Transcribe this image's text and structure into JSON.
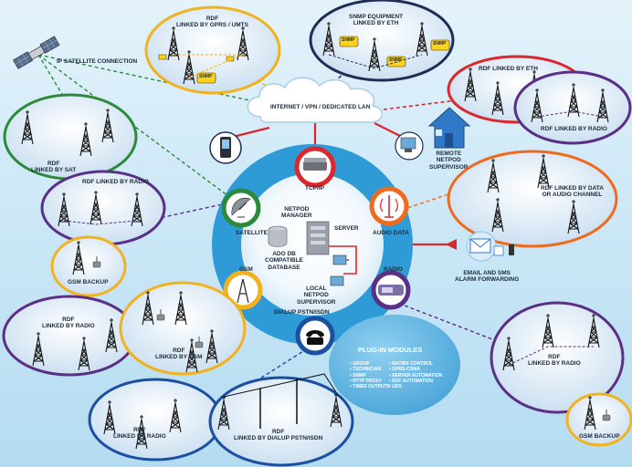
{
  "labels": {
    "ip_sat": "IP SATELLITE CONNECTION",
    "rdf_gprs": "RDF\nLINKED BY GPRS / UMTS",
    "snmp_eth": "SNMP EQUIPMENT\nLINKED BY ETH",
    "internet": "INTERNET / VPN / DEDICATED LAN",
    "rdf_eth": "RDF LINKED BY ETH",
    "rdf_radio_right": "RDF LINKED BY RADIO",
    "remote_netpod": "REMOTE\nNETPOD\nSUPERVISOR",
    "rdf_sat": "RDF\nLINKED BY SAT",
    "rdf_radio_left": "RDF LINKED BY RADIO",
    "rdf_data_audio": "RDF LINKED BY DATA\nOR AUDIO CHANNEL",
    "gsm_backup_left": "GSM BACKUP",
    "tcpip": "TCP/IP",
    "satellite": "SATELLITE",
    "audio_data": "AUDIO DATA",
    "netpod_manager": "NETPOD\nMANAGER",
    "server": "SERVER",
    "ado_db": "ADO DB\nCOMPATIBLE\nDATABASE",
    "gsm": "GSM",
    "radio": "RADIO",
    "local_netpod": "LOCAL\nNETPOD\nSUPERVISOR",
    "dialup": "DIALUP PSTN/ISDN",
    "email_sms": "EMAIL AND SMS\nALARM FORWARDING",
    "rdf_radio_low": "RDF\nLINKED BY RADIO",
    "rdf_gsm": "RDF\nLINKED BY GSM",
    "plugin_title": "PLUG-IN MODULES",
    "rdf_radio_br": "RDF\nLINKED BY RADIO",
    "gsm_backup_right": "GSM BACKUP",
    "rdf_radio_bottom": "RDF\nLINKED BY RADIO",
    "rdf_dialup": "RDF\nLINKED BY DIALUP PSTN/ISDN",
    "snmp_tag": "SNMP"
  },
  "plugin_modules": {
    "col1": [
      "• GROUP",
      "• TECHNICIAN",
      "• SNMP",
      "• HTTP PROXY",
      "• TIMED OUTPUTS"
    ],
    "col2": [
      "• MATRIX CONTROL",
      "• GPRS-CDMA",
      "• SERVER AUTOMATION",
      "• RDF AUTOMATION",
      "• UDS"
    ]
  },
  "colors": {
    "green": "#2d8a3a",
    "purple": "#5a2f86",
    "yellow": "#f2b21d",
    "navy": "#1f2d56",
    "red": "#d9282e",
    "orange": "#ef6a1c",
    "hub": "#2f9bd6",
    "blue": "#1b4fa0"
  },
  "icons": [
    "satellite-icon",
    "mobile-phone-icon",
    "house-icon",
    "router-icon",
    "dish-icon",
    "antenna-icon",
    "radio-icon",
    "phone-icon",
    "database-icon",
    "server-icon",
    "computer-icon",
    "email-icon",
    "cloud-icon",
    "tower-icon"
  ]
}
